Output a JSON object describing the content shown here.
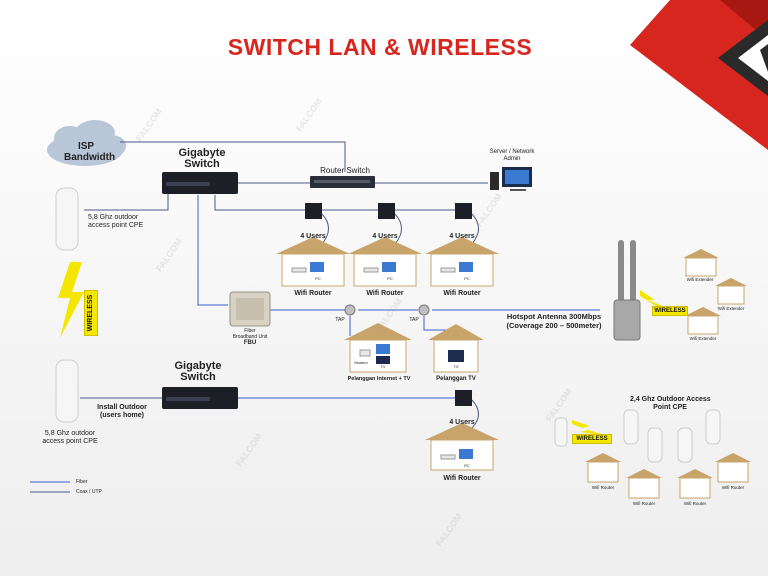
{
  "title": "SWITCH LAN & WIRELESS",
  "isp": {
    "line1": "ISP",
    "line2": "Bandwidth"
  },
  "switch_top": {
    "line1": "Gigabyte",
    "line2": "Switch"
  },
  "switch_bottom": {
    "line1": "Gigabyte",
    "line2": "Switch"
  },
  "router_switch": "Router Switch",
  "server": {
    "line1": "Server / Network",
    "line2": "Admin"
  },
  "cpe_top": {
    "line1": "5,8 Ghz outdoor",
    "line2": "access point CPE"
  },
  "cpe_bottom": {
    "line1": "5,8 Ghz outdoor",
    "line2": "access point CPE"
  },
  "wireless_vertical": "WIRELESS",
  "users": "4 Users",
  "wifi_router": "Wifi Router",
  "pc": "PC",
  "fbu": {
    "line1": "Fiber",
    "line2": "Broadband Unit",
    "line3": "FBU"
  },
  "tap": "TAP",
  "hotspot": {
    "line1": "Hotspot Antenna 300Mbps",
    "line2": "(Coverage 200 – 500meter)"
  },
  "wireless_hotspot": "WIRELESS",
  "wireless_bottom": "WIRELESS",
  "wifi_extender": "Wifi Extender",
  "pelanggan_internet_tv": "Pelanggan Internet + TV",
  "pelanggan_tv": "Pelanggan TV",
  "modem": "Modem",
  "tv": "TV",
  "install_outdoor": {
    "line1": "Install Outdoor",
    "line2": "(users home)"
  },
  "ap_cpe_24": {
    "line1": "2,4 Ghz Outdoor Access",
    "line2": "Point CPE"
  },
  "legend": {
    "fiber": "Fiber",
    "coax": "Coax / UTP"
  },
  "watermark": "FALCOM",
  "colors": {
    "title": "#d7261e",
    "brand_red": "#d7261e",
    "fiber": "#3b5fc9",
    "coax": "#4a5a8a",
    "wireless": "#f5e600",
    "house_roof": "#c9a46a"
  }
}
